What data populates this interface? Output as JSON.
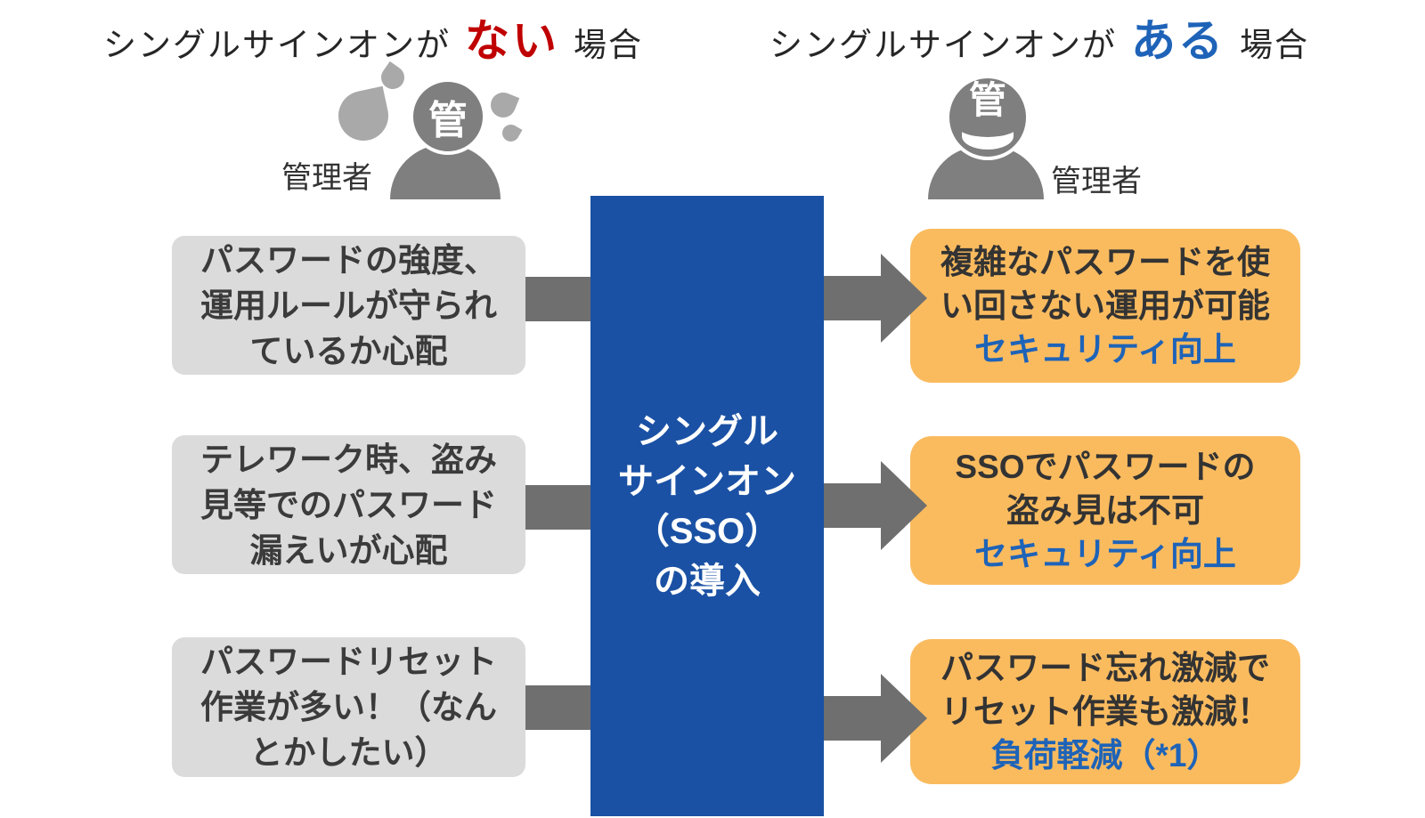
{
  "titles": {
    "left": {
      "prefix": "シングルサインオンが",
      "highlight": "ない",
      "suffix": "場合"
    },
    "right": {
      "prefix": "シングルサインオンが",
      "highlight": "ある",
      "suffix": "場合"
    }
  },
  "admins": {
    "left": {
      "label": "管理者",
      "head_char": "管",
      "mood": "worried-with-sweat-drops"
    },
    "right": {
      "label": "管理者",
      "head_char": "管",
      "mood": "smiling"
    }
  },
  "center_box": {
    "lines": [
      "シングル",
      "サインオン",
      "（SSO）",
      "の導入"
    ]
  },
  "left_boxes": [
    {
      "lines": [
        "パスワードの強度、",
        "運用ルールが守られ",
        "ているか心配"
      ]
    },
    {
      "lines": [
        "テレワーク時、盗み",
        "見等でのパスワード",
        "漏えいが心配"
      ]
    },
    {
      "lines": [
        "パスワードリセット",
        "作業が多い！（なん",
        "とかしたい）"
      ]
    }
  ],
  "right_boxes": [
    {
      "lines": [
        "複雑なパスワードを使",
        "い回さない運用が可能"
      ],
      "accent": "セキュリティ向上"
    },
    {
      "lines": [
        "SSOでパスワードの",
        "盗み見は不可"
      ],
      "accent": "セキュリティ向上"
    },
    {
      "lines": [
        "パスワード忘れ激減で",
        "リセット作業も激減！"
      ],
      "accent": "負荷軽減（*1）"
    }
  ],
  "colors": {
    "negative_highlight": "#C00000",
    "positive_highlight": "#1E63B8",
    "sso_box_blue": "#1A51A4",
    "benefit_orange": "#FABB5F",
    "concern_gray": "#DBDBDB",
    "arrow_gray": "#6F6F6F",
    "person_gray": "#7F7F7F",
    "sweat_drop_gray": "#A9A9A9",
    "accent_text_blue": "#1E63B8"
  }
}
